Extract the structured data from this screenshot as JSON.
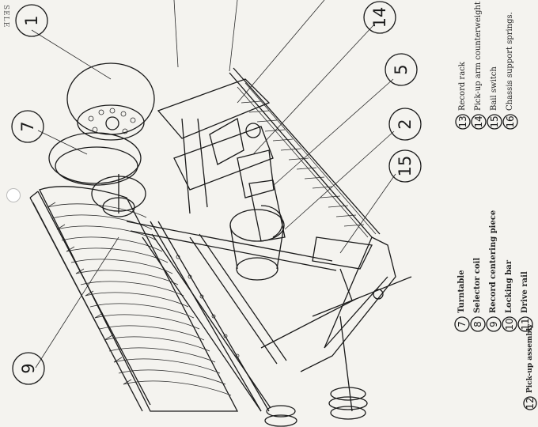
{
  "header_fragment": "SELE",
  "callouts": [
    {
      "num": "1"
    },
    {
      "num": "7"
    },
    {
      "num": "14"
    },
    {
      "num": "5"
    },
    {
      "num": "2"
    },
    {
      "num": "15"
    },
    {
      "num": "9"
    }
  ],
  "legend_right": [
    {
      "num": "13",
      "text": "Record rack"
    },
    {
      "num": "14",
      "text": "Pick-up arm counterweight"
    },
    {
      "num": "15",
      "text": "Bail switch"
    },
    {
      "num": "16",
      "text": "Chassis support springs."
    }
  ],
  "legend_bottom": [
    {
      "num": "7",
      "text": "Turntable"
    },
    {
      "num": "8",
      "text": "Selector coil"
    },
    {
      "num": "9",
      "text": "Record centering piece"
    },
    {
      "num": "10",
      "text": "Locking bar"
    },
    {
      "num": "11",
      "text": "Drive rail"
    },
    {
      "num": "12",
      "text": "Pick-up assembly"
    }
  ]
}
